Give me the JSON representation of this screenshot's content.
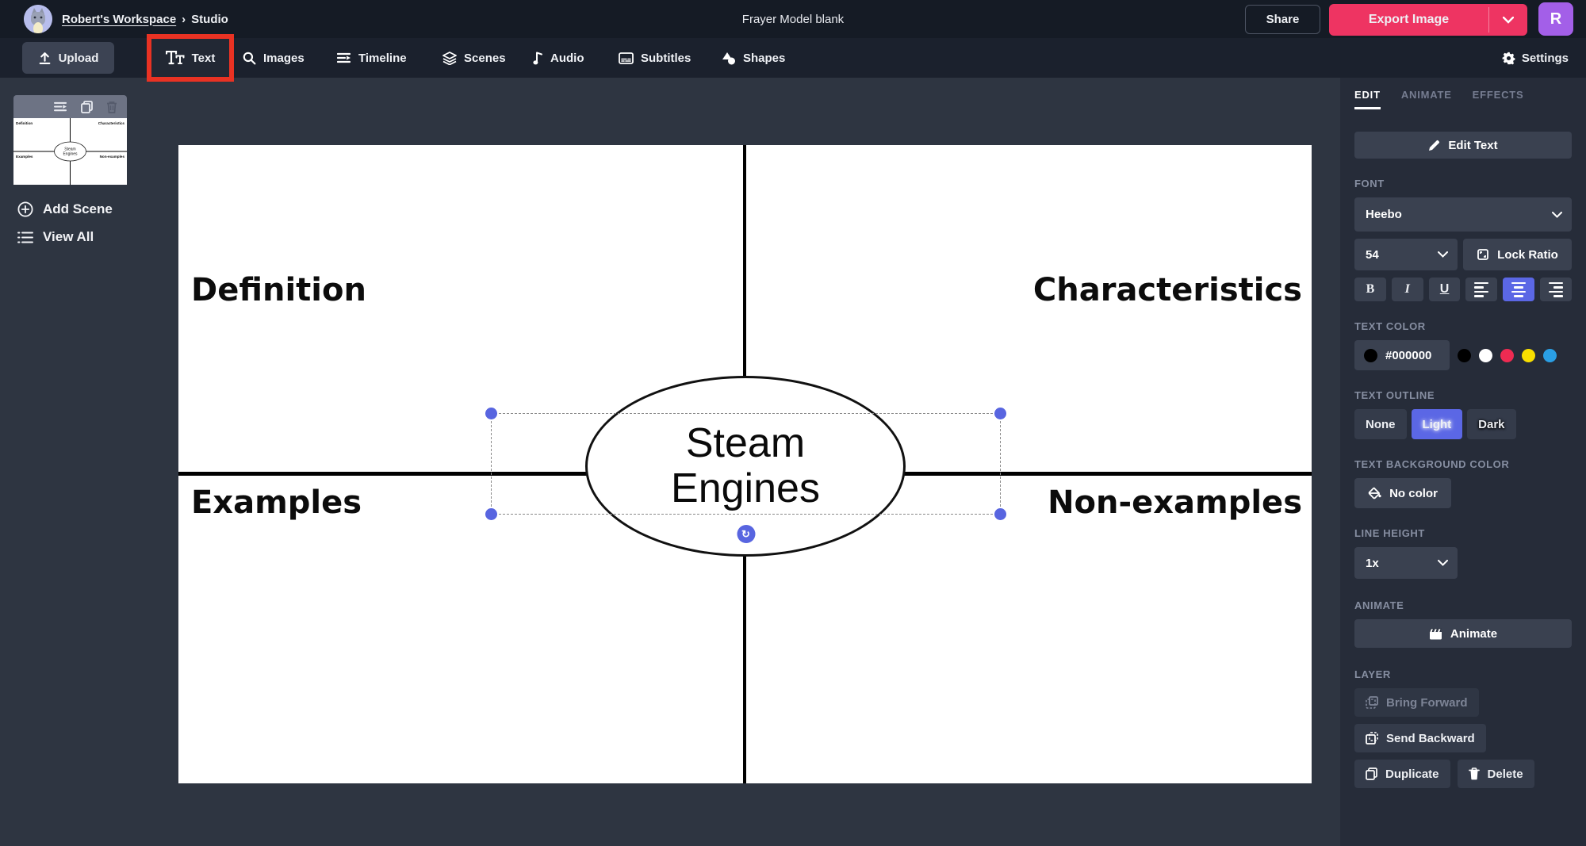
{
  "topbar": {
    "workspace": "Robert's Workspace",
    "separator": "›",
    "page": "Studio",
    "title": "Frayer Model blank",
    "share": "Share",
    "export": "Export Image",
    "avatar_initial": "R"
  },
  "toolbar": {
    "upload": "Upload",
    "text": "Text",
    "images": "Images",
    "timeline": "Timeline",
    "scenes": "Scenes",
    "audio": "Audio",
    "subtitles": "Subtitles",
    "shapes": "Shapes",
    "settings": "Settings"
  },
  "sidebar": {
    "add_scene": "Add Scene",
    "view_all": "View All"
  },
  "canvas": {
    "quadrant_tl": "Definition",
    "quadrant_tr": "Characteristics",
    "quadrant_bl": "Examples",
    "quadrant_br": "Non-examples",
    "center_line1": "Steam",
    "center_line2": "Engines"
  },
  "panel": {
    "tab_edit": "EDIT",
    "tab_animate": "ANIMATE",
    "tab_effects": "EFFECTS",
    "edit_text": "Edit Text",
    "font_label": "FONT",
    "font_value": "Heebo",
    "font_size": "54",
    "lock_ratio": "Lock Ratio",
    "bold": "B",
    "italic": "I",
    "underline": "U",
    "text_color_label": "TEXT COLOR",
    "text_color_value": "#000000",
    "text_outline_label": "TEXT OUTLINE",
    "outline_none": "None",
    "outline_light": "Light",
    "outline_dark": "Dark",
    "text_bg_label": "TEXT BACKGROUND COLOR",
    "no_color": "No color",
    "line_height_label": "LINE HEIGHT",
    "line_height_value": "1x",
    "animate_label": "ANIMATE",
    "animate_button": "Animate",
    "layer_label": "LAYER",
    "bring_forward": "Bring Forward",
    "send_backward": "Send Backward",
    "duplicate": "Duplicate",
    "delete": "Delete"
  },
  "colors": {
    "accent_blue": "#5b67e5",
    "selection_blue": "#5865e0",
    "export_pink": "#ee3462",
    "highlight_red": "#e93223",
    "avatar_purple": "#a35fe8",
    "swatch_black": "#000000",
    "swatch_white": "#ffffff",
    "swatch_red": "#ee2b52",
    "swatch_yellow": "#f8df00",
    "swatch_blue": "#2a9fe5"
  }
}
